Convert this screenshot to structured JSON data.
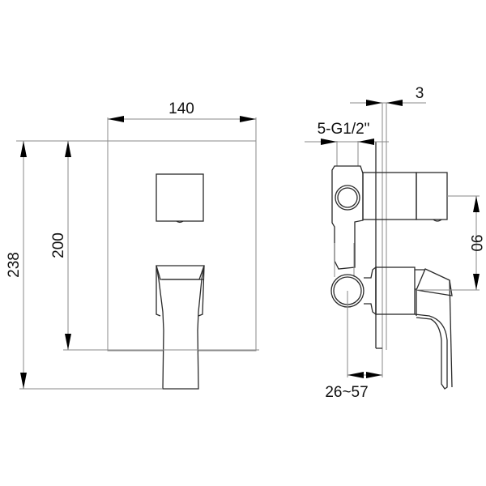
{
  "drawing": {
    "title": "Concealed bath/shower mixer - technical dimension drawing",
    "views": [
      "front-view",
      "side-view"
    ],
    "colors": {
      "background": "#ffffff",
      "outline": "#2a2a2a",
      "dimension_line": "#8a8a8a",
      "text": "#111111"
    }
  },
  "front_view": {
    "dimensions": {
      "plate_width": "140",
      "plate_height": "200",
      "overall_height": "238"
    }
  },
  "side_view": {
    "dimensions": {
      "plate_thickness": "3",
      "connections": "5-G1/2\"",
      "handle_offset": "90",
      "installation_depth": "26~57"
    }
  }
}
